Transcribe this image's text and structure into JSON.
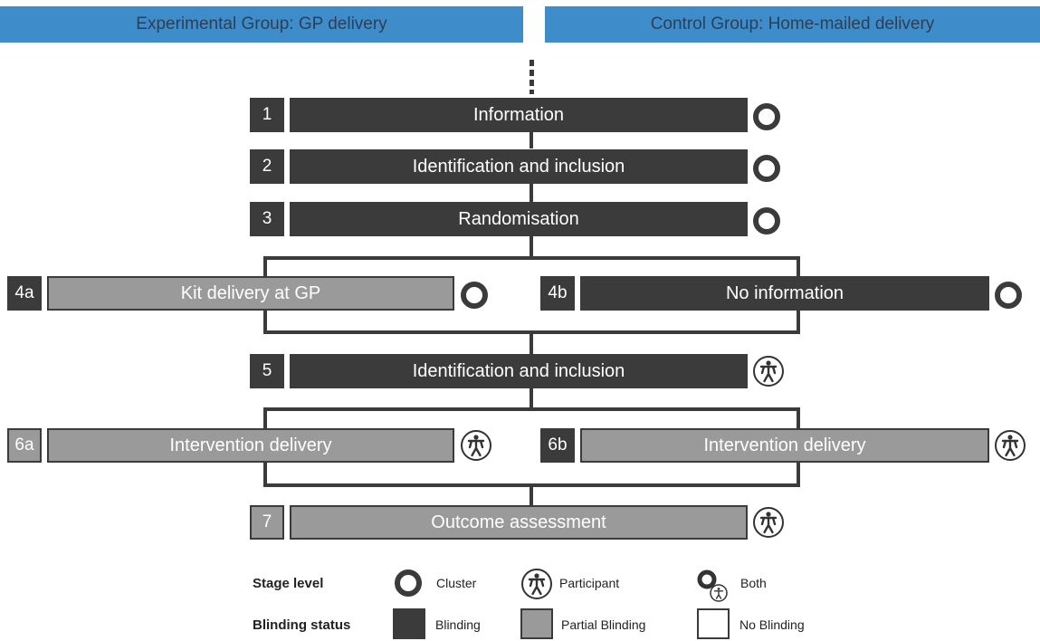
{
  "header": {
    "left": "Experimental Group: GP delivery",
    "right": "Control Group: Home-mailed delivery"
  },
  "stages": [
    {
      "number": "1",
      "label": "Information",
      "blinding": "Blinding",
      "level": "Cluster"
    },
    {
      "number": "2",
      "label": "Identification and inclusion",
      "blinding": "Blinding",
      "level": "Cluster"
    },
    {
      "number": "3",
      "label": "Randomisation",
      "blinding": "Blinding",
      "level": "Cluster"
    },
    {
      "number": "4a",
      "label": "Kit delivery at GP",
      "blinding": "Partial Blinding",
      "level": "Cluster"
    },
    {
      "number": "4b",
      "label": "No information",
      "blinding": "Blinding",
      "level": "Cluster"
    },
    {
      "number": "5",
      "label": "Identification and inclusion",
      "blinding": "Blinding",
      "level": "Participant"
    },
    {
      "number": "6a",
      "label": "Intervention delivery",
      "blinding": "Partial Blinding",
      "level": "Participant"
    },
    {
      "number": "6b",
      "label": "Intervention delivery",
      "blinding": "Partial Blinding",
      "level": "Participant"
    },
    {
      "number": "7",
      "label": "Outcome assessment",
      "blinding": "Partial Blinding",
      "level": "Participant"
    }
  ],
  "legend": {
    "stage_level_title": "Stage level",
    "cluster": "Cluster",
    "participant": "Participant",
    "both": "Both",
    "blinding_status_title": "Blinding status",
    "blinding": "Blinding",
    "partial_blinding": "Partial Blinding",
    "no_blinding": "No Blinding"
  },
  "colors": {
    "header": "#3f8ccb",
    "blinding": "#3b3b3b",
    "partial_blinding": "#9a9a9a",
    "no_blinding": "#ffffff"
  }
}
